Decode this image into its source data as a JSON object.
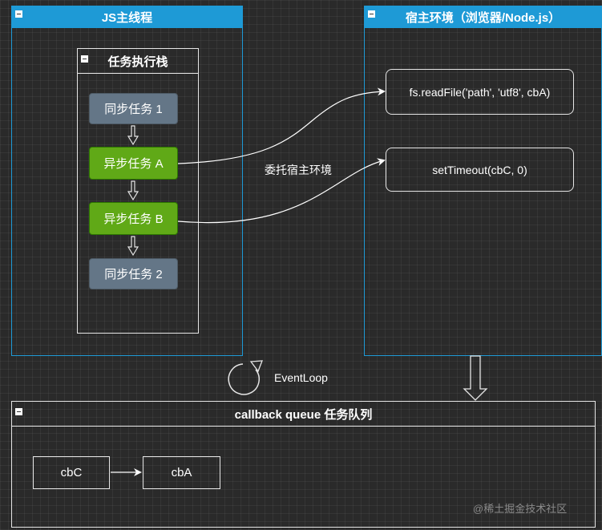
{
  "main_thread": {
    "title": "JS主线程"
  },
  "call_stack": {
    "title": "任务执行栈",
    "tasks": [
      "同步任务 1",
      "异步任务 A",
      "异步任务 B",
      "同步任务 2"
    ]
  },
  "host_env": {
    "title": "宿主环境（浏览器/Node.js）",
    "apis": [
      "fs.readFile('path', 'utf8', cbA)",
      "setTimeout(cbC, 0)"
    ]
  },
  "delegate_label": "委托宿主环境",
  "event_loop_label": "EventLoop",
  "queue": {
    "title": "callback queue 任务队列",
    "items": [
      "cbC",
      "cbA"
    ]
  },
  "watermark": "@稀土掘金技术社区",
  "colors": {
    "lane_blue": "#1e9ad6",
    "sync_task": "#647687",
    "async_task": "#60a917"
  }
}
